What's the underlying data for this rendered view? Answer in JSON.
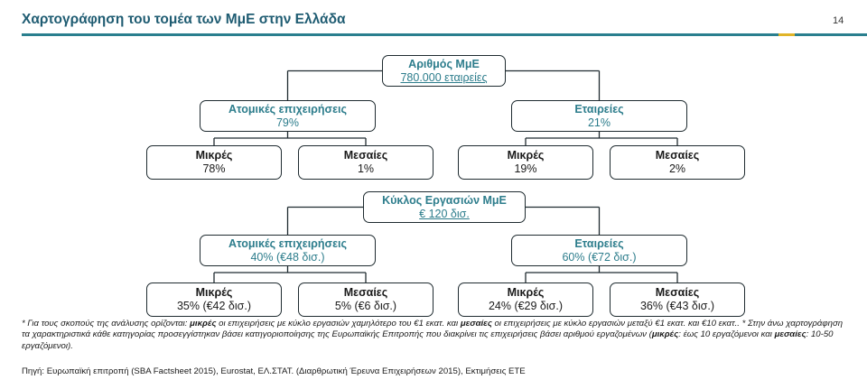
{
  "header": {
    "title": "Χαρτογράφηση του τομέα των ΜμΕ στην Ελλάδα",
    "page_number": "14"
  },
  "trees": [
    {
      "root": {
        "label": "Αριθμός ΜμΕ",
        "value": "780.000 εταιρείες"
      },
      "groups": [
        {
          "label": "Ατομικές επιχειρήσεις",
          "value": "79%",
          "children": [
            {
              "label": "Μικρές",
              "value": "78%"
            },
            {
              "label": "Μεσαίες",
              "value": "1%"
            }
          ]
        },
        {
          "label": "Εταιρείες",
          "value": "21%",
          "children": [
            {
              "label": "Μικρές",
              "value": "19%"
            },
            {
              "label": "Μεσαίες",
              "value": "2%"
            }
          ]
        }
      ]
    },
    {
      "root": {
        "label": "Κύκλος Εργασιών ΜμΕ",
        "value": "€ 120 δισ."
      },
      "groups": [
        {
          "label": "Ατομικές επιχειρήσεις",
          "value": "40% (€48 δισ.)",
          "children": [
            {
              "label": "Μικρές",
              "value": "35% (€42 δισ.)"
            },
            {
              "label": "Μεσαίες",
              "value": "5% (€6 δισ.)"
            }
          ]
        },
        {
          "label": "Εταιρείες",
          "value": "60% (€72 δισ.)",
          "children": [
            {
              "label": "Μικρές",
              "value": "24% (€29 δισ.)"
            },
            {
              "label": "Μεσαίες",
              "value": "36% (€43 δισ.)"
            }
          ]
        }
      ]
    }
  ],
  "footnote": {
    "t1": "* Για τους σκοπούς της ανάλυσης ορίζονται: ",
    "b1": "μικρές",
    "t2": " οι επιχειρήσεις με κύκλο εργασιών χαμηλότερο του €1 εκατ. και ",
    "b2": "μεσαίες",
    "t3": " οι επιχειρήσεις με κύκλο εργασιών μεταξύ €1 εκατ. και €10 εκατ.. * Στην άνω χαρτογράφηση τα χαρακτηριστικά κάθε κατηγορίας προσεγγίστηκαν βάσει κατηγοριοποίησης της Ευρωπαϊκής Επιτροπής που διακρίνει τις επιχειρήσεις βάσει αριθμού εργαζομένων (",
    "b3": "μικρές",
    "t4": ": έως 10 εργαζόμενοι και ",
    "b4": "μεσαίες",
    "t5": ": 10-50 εργαζόμενοι)."
  },
  "source": "Πηγή: Ευρωπαϊκή επιτροπή (SBA Factsheet 2015), Eurostat, ΕΛ.ΣΤΑΤ. (Διαρθρωτική Έρευνα Επιχειρήσεων 2015), Εκτιμήσεις ΕΤΕ"
}
